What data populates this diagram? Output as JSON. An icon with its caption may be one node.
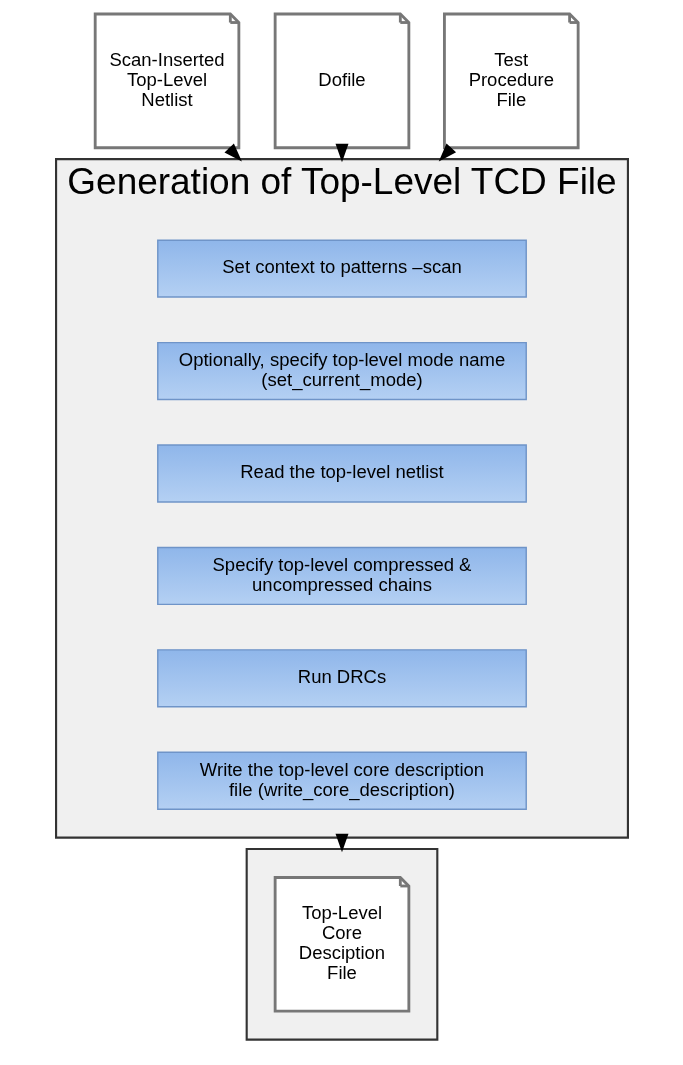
{
  "diagram": {
    "nodes": [
      {
        "text": [
          "Scan-Inserted Top-Level Netlist"
        ]
      },
      {
        "text": [
          "Dofile"
        ]
      },
      {
        "text": [
          "Test Procedure File"
        ]
      },
      {
        "text": [
          "Generation of Top-Level TCD File"
        ]
      },
      {
        "text": [
          "Set context to patterns –scan"
        ],
        "in": 3
      },
      {
        "text": [
          "Optionally, specify top-level mode name (set_current_mode)"
        ],
        "in": 3
      },
      {
        "text": [
          "Read the top-level netlist"
        ],
        "in": 3
      },
      {
        "text": [
          "Specify top-level compressed & uncompressed chains"
        ],
        "in": 3
      },
      {
        "text": [
          "Run DRCs"
        ],
        "in": 3
      },
      {
        "text": [
          "Write the top-level core description file (write_core_description)"
        ],
        "in": 3
      },
      {
        "text": [],
        "shape": "box"
      },
      {
        "text": [
          "Top-Level Core Desciption File"
        ],
        "in": 10
      }
    ],
    "edges": [
      {
        "from": 0,
        "to": 3,
        "arrow": "to"
      },
      {
        "from": 1,
        "to": 3,
        "arrow": "to"
      },
      {
        "from": 2,
        "to": 3,
        "arrow": "to"
      },
      {
        "from": 3,
        "to": 10,
        "arrow": "to"
      }
    ]
  }
}
